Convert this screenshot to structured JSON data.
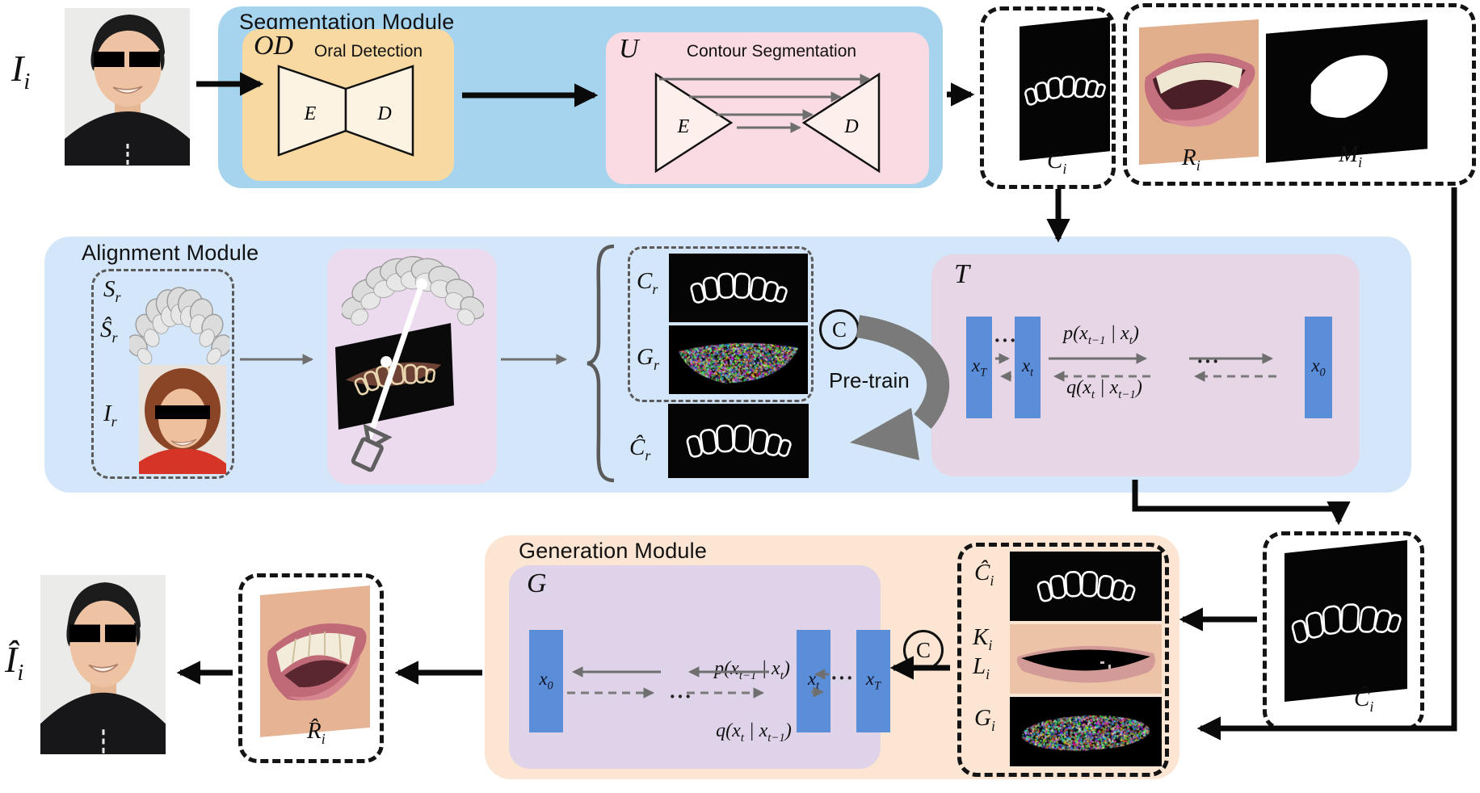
{
  "io": {
    "input_label": "I_{i}",
    "result_label": "Î_{i}",
    "contour_label": "C_{i}",
    "region_label": "R_{i}",
    "mask_label": "M_{i}",
    "aligned_contour_label": "Ĉ_{i}",
    "generated_region_label": "R̂_{i}"
  },
  "segmentation": {
    "title": "Segmentation Module",
    "od_tag": "OD",
    "od_name": "Oral Detection",
    "unet_tag": "U",
    "unet_name": "Contour Segmentation",
    "encoder": "E",
    "decoder": "D"
  },
  "alignment": {
    "title": "Alignment Module",
    "scan_label": "S_{r}",
    "scan_fit_label": "Ŝ_{r}",
    "reference_label": "I_{r}",
    "contour_label": "C_{r}",
    "gaussian_label": "G_{r}",
    "pred_contour_label": "Ĉ_{r}",
    "concat": "C",
    "pretrain": "Pre-train",
    "diffusion": {
      "tag": "T",
      "x_T": "x_{T}",
      "x_t": "x_{t}",
      "x_0": "x_{0}",
      "p": "p(x_{t−1} | x_{t})",
      "q": "q(x_{t} | x_{t−1})",
      "dots": "···"
    }
  },
  "generation": {
    "title": "Generation Module",
    "concat": "C",
    "diffusion": {
      "tag": "G",
      "x_0": "x_{0}",
      "x_t": "x_{t}",
      "x_T": "x_{T}",
      "p": "p(x_{t−1} | x_{t})",
      "q": "q(x_{t} | x_{t−1})",
      "dots": "···"
    },
    "inputs": {
      "contour_label": "Ĉ_{i}",
      "key_label": "K_{i}",
      "landmark_label": "L_{i}",
      "gaussian_label": "G_{i}"
    }
  },
  "colors": {
    "segmentation_bg": "#a6d4ee",
    "alignment_bg": "#d4e6f9",
    "generation_bg": "#fce5d2",
    "od_bg": "#f8d9a2",
    "unet_bg": "#fadbe4",
    "diffusion_bg_t": "#e6d6e6",
    "diffusion_bg_g": "#ded3e9",
    "render_bg": "#ecdaee",
    "net_blue": "#5b8ed9"
  }
}
